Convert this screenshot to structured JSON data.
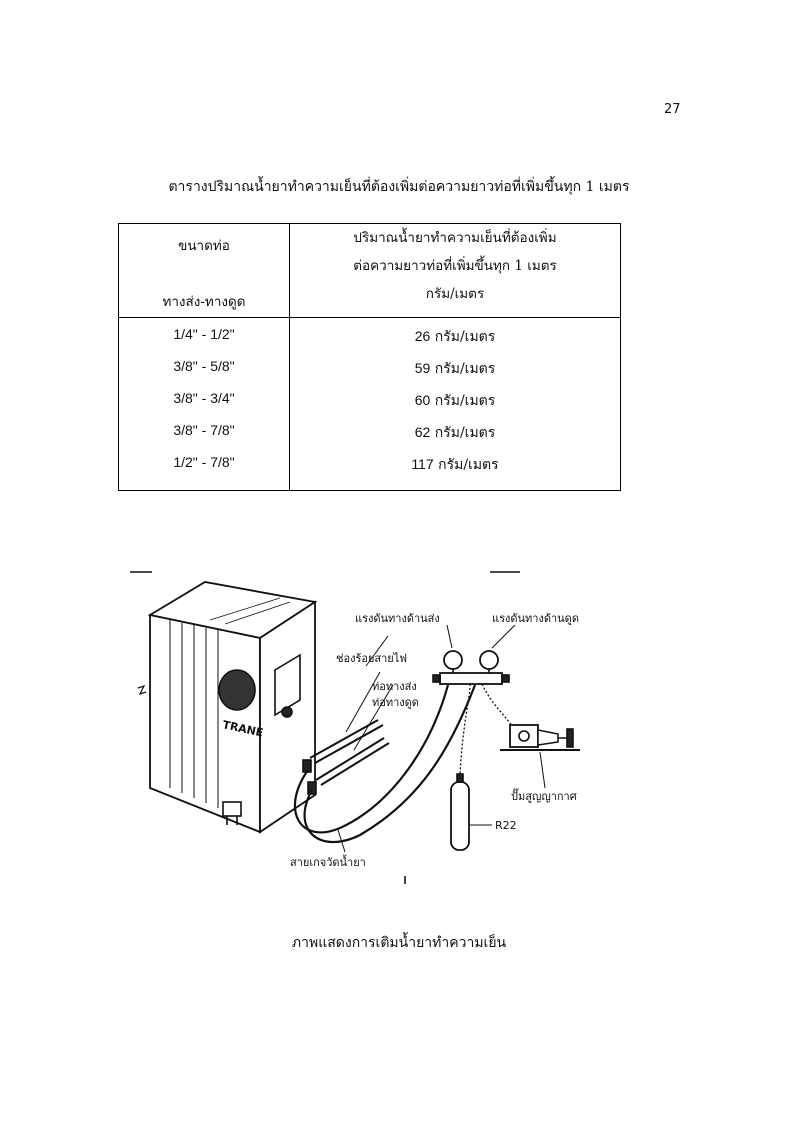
{
  "page_number": "27",
  "table_title": "ตารางปริมาณน้ำยาทำความเย็นที่ต้องเพิ่มต่อความยาวท่อที่เพิ่มขึ้นทุก 1 เมตร",
  "table": {
    "headers": {
      "size_top": "ขนาดท่อ",
      "size_bottom": "ทางส่ง-ทางดูด",
      "amount_line1": "ปริมาณน้ำยาทำความเย็นที่ต้องเพิ่ม",
      "amount_line2": "ต่อความยาวท่อที่เพิ่มขึ้นทุก 1 เมตร",
      "amount_unit": "กรัม/เมตร"
    },
    "rows": [
      {
        "size": "1/4\" - 1/2\"",
        "amount": "26",
        "unit": "กรัม/เมตร"
      },
      {
        "size": "3/8\" - 5/8\"",
        "amount": "59",
        "unit": "กรัม/เมตร"
      },
      {
        "size": "3/8\" - 3/4\"",
        "amount": "60",
        "unit": "กรัม/เมตร"
      },
      {
        "size": "3/8\" - 7/8\"",
        "amount": "62",
        "unit": "กรัม/เมตร"
      },
      {
        "size": "1/2\" - 7/8\"",
        "amount": "117",
        "unit": "กรัม/เมตร"
      }
    ]
  },
  "diagram": {
    "label_high_pressure": "แรงดันทางด้านส่ง",
    "label_low_pressure": "แรงดันทางด้านดูด",
    "label_wire_hole": "ช่องร้อยสายไฟ",
    "label_discharge_pipe": "ท่อทางส่ง",
    "label_suction_pipe": "ท่อทางดูด",
    "label_vacuum_pump": "ปั๊มสูญญากาศ",
    "label_r22": "R22",
    "label_gauge_hose": "สายเกจวัดน้ำยา",
    "brand": "TRANE"
  },
  "caption": "ภาพแสดงการเติมน้ำยาทำความเย็น"
}
